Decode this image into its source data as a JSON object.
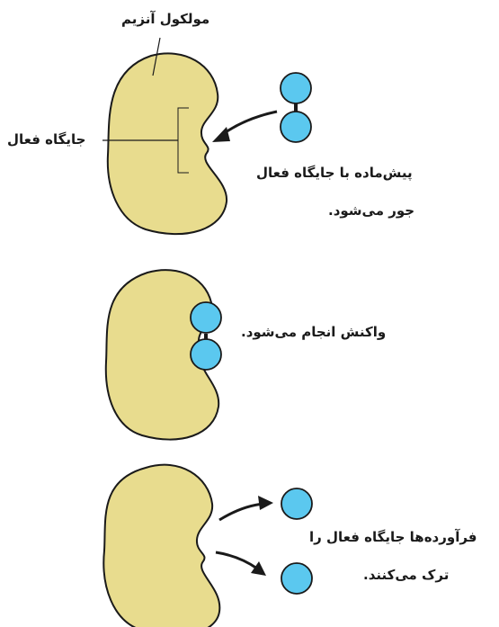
{
  "labels": {
    "enzyme_molecule": "مولکول آنزیم",
    "active_site": "جایگاه فعال",
    "step1_line1": "پیش‌ماده با جایگاه فعال",
    "step1_line2": "جور می‌شود.",
    "step2": "واکنش انجام می‌شود.",
    "step3_line1": "فرآورده‌ها جایگاه فعال را",
    "step3_line2": "ترک می‌کنند."
  },
  "colors": {
    "enzyme_fill": "#e8dc8e",
    "molecule_fill": "#5bc8ef",
    "stroke": "#1a1a1a"
  }
}
